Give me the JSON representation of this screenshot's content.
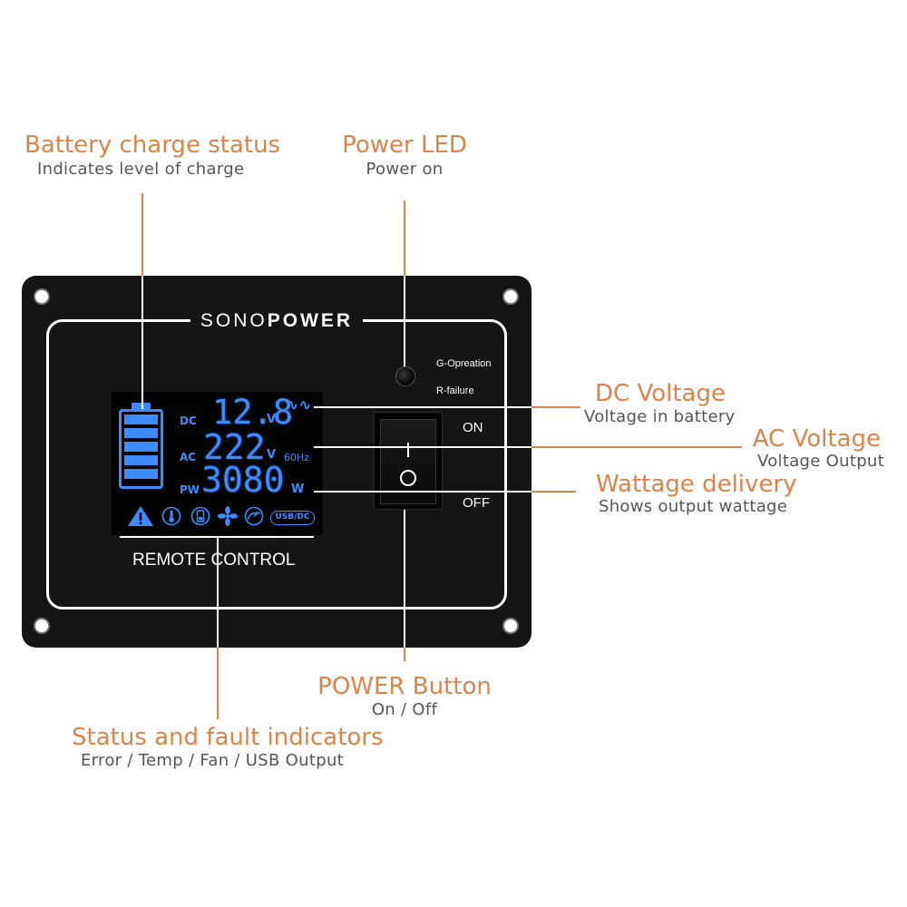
{
  "callouts": {
    "battery": {
      "title": "Battery charge status",
      "subtitle": "Indicates level of charge"
    },
    "power_led": {
      "title": "Power LED",
      "subtitle": "Power on"
    },
    "dc_voltage": {
      "title": "DC Voltage",
      "subtitle": "Voltage in battery"
    },
    "ac_voltage": {
      "title": "AC Voltage",
      "subtitle": "Voltage Output"
    },
    "wattage": {
      "title": "Wattage delivery",
      "subtitle": "Shows output wattage"
    },
    "power_button": {
      "title": "POWER Button",
      "subtitle": "On / Off"
    },
    "status": {
      "title": "Status and fault indicators",
      "subtitle": "Error / Temp / Fan / USB Output"
    }
  },
  "panel": {
    "brand_light": "SONO",
    "brand_bold": "POWER",
    "led_labels": {
      "operation": "G-Opreation",
      "failure": "R-failure"
    },
    "switch": {
      "on_label": "ON",
      "off_label": "OFF",
      "on_symbol": "I",
      "off_symbol": "O"
    },
    "footer_label": "REMOTE CONTROL",
    "lcd": {
      "battery_bars": 5,
      "rows": [
        {
          "label": "DC",
          "value": "12.8",
          "unit": "V"
        },
        {
          "label": "AC",
          "value": "222",
          "unit": "V",
          "suffix": "60Hz"
        },
        {
          "label": "PW",
          "value": "3080",
          "unit": "W"
        }
      ],
      "wave_symbol": "∿∿",
      "status_icons": [
        "warning-icon",
        "thermometer-icon",
        "battery-low-icon",
        "fan-icon",
        "overload-icon"
      ],
      "usb_badge": "USB/DC"
    }
  },
  "colors": {
    "accent": "#d9844a",
    "lcd_blue": "#3e8bff",
    "panel": "#151515"
  }
}
